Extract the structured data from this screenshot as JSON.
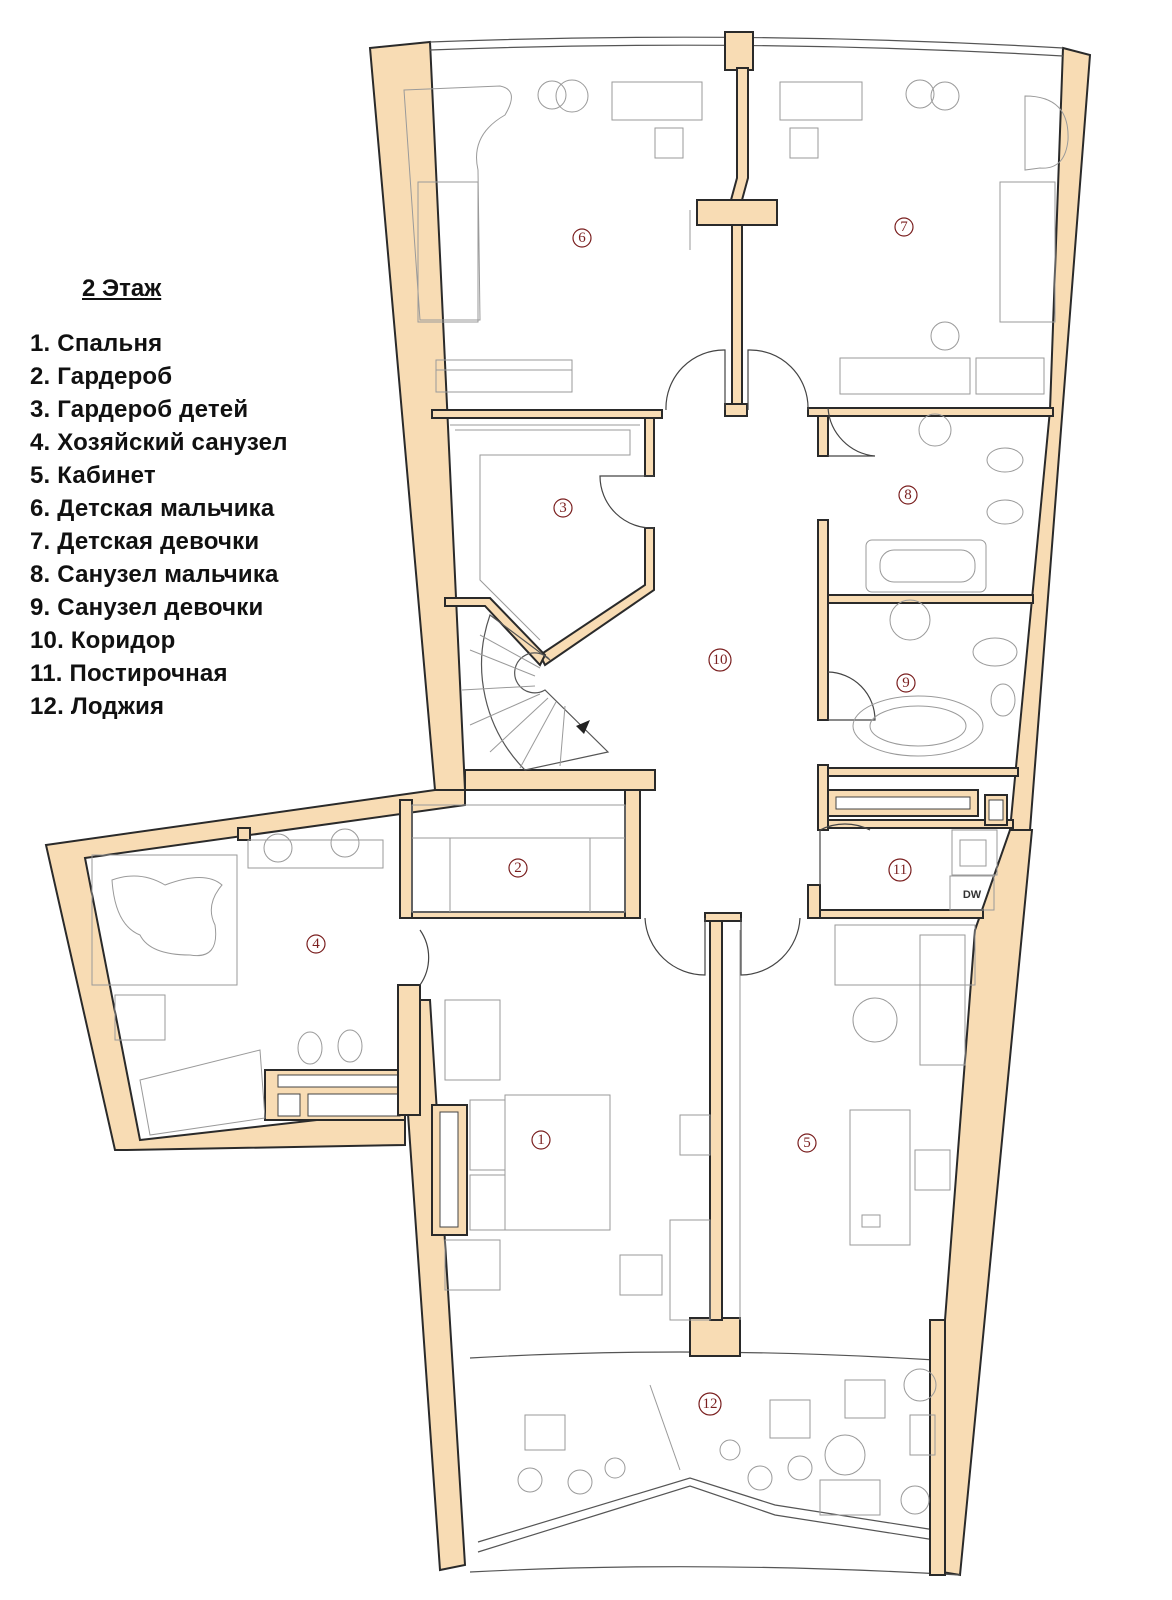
{
  "legend": {
    "title": "2 Этаж",
    "items": [
      "1. Спальня",
      "2. Гардероб",
      "3. Гардероб детей",
      "4. Хозяйский санузел",
      "5. Кабинет",
      "6. Детская мальчика",
      "7. Детская девочки",
      "8. Санузел мальчика",
      "9. Санузел девочки",
      "10. Коридор",
      "11. Постирочная",
      "12. Лоджия"
    ]
  },
  "rooms": [
    "1",
    "2",
    "3",
    "4",
    "5",
    "6",
    "7",
    "8",
    "9",
    "10",
    "11",
    "12"
  ],
  "appliance_label": "DW",
  "colors": {
    "wall_fill": "#f8dcb4",
    "wall_stroke": "#2a2a2a",
    "room_number": "#7a1f1f"
  }
}
